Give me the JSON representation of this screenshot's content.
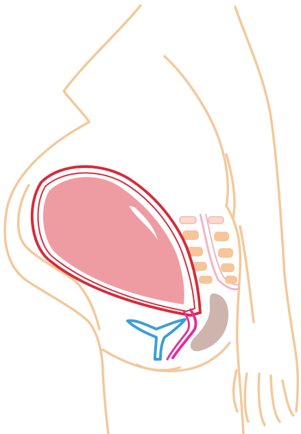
{
  "colors": {
    "background": "#ffffff",
    "body_outline": "#f4c89a",
    "uterus_wall": "#d62b3a",
    "fetal_sac": "#ee9ca2",
    "bladder": "#3a9fd6",
    "cervix_vagina": "#e0309a",
    "spine": "#f6c69a",
    "spinal_canal": "#f3b4c0",
    "rectum": "#cdb5ad"
  },
  "icons": {
    "body": "pregnant-torso-outline",
    "uterus": "uterus-wall",
    "sac": "fetal-sac",
    "bladder": "bladder",
    "cervix": "cervix-vagina",
    "spine": "vertebral-column",
    "rectum": "rectum"
  }
}
